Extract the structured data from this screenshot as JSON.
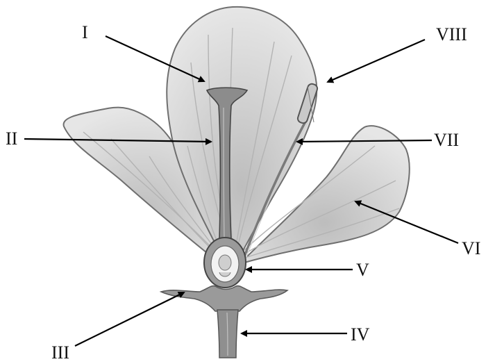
{
  "labels": [
    {
      "id": "I",
      "text": "I"
    },
    {
      "id": "II",
      "text": "II"
    },
    {
      "id": "III",
      "text": "III"
    },
    {
      "id": "IV",
      "text": "IV"
    },
    {
      "id": "V",
      "text": "V"
    },
    {
      "id": "VI",
      "text": "VI"
    },
    {
      "id": "VII",
      "text": "VII"
    },
    {
      "id": "VIII",
      "text": "VIII"
    }
  ],
  "colors": {
    "petal_fill": "#d9d9d9",
    "petal_stroke": "#6f6f6f",
    "vein": "#b3b3b3",
    "pistil": "#8c8c8c",
    "arrow": "#000000"
  }
}
